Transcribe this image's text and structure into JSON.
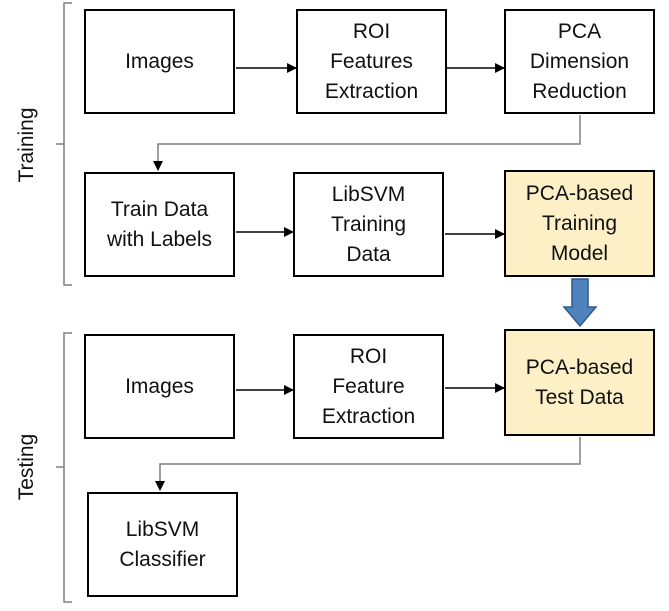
{
  "sections": {
    "training": "Training",
    "testing": "Testing"
  },
  "boxes": {
    "train_images": "Images",
    "train_roi": "ROI\nFeatures\nExtraction",
    "train_pca": "PCA\nDimension\nReduction",
    "train_labels": "Train Data\nwith Labels",
    "train_libsvm": "LibSVM\nTraining\nData",
    "train_model": "PCA-based\nTraining\nModel",
    "test_images": "Images",
    "test_roi": "ROI\nFeature\nExtraction",
    "test_pca": "PCA-based\nTest Data",
    "test_classifier": "LibSVM\nClassifier"
  },
  "colors": {
    "highlight_fill": "#fdefc6",
    "arrow_blue": "#4f81bd"
  }
}
